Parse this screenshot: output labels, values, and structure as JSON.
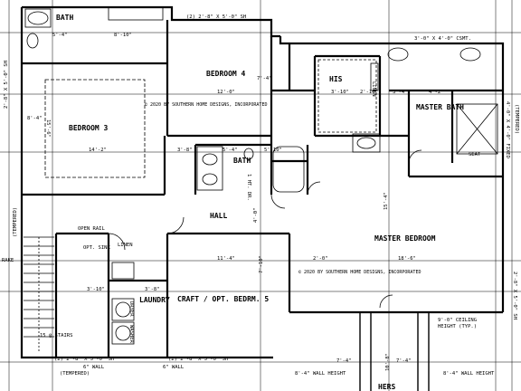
{
  "rooms": {
    "bath_top": "BATH",
    "bedroom4": "BEDROOM 4",
    "bedroom3": "BEDROOM 3",
    "his": "HIS",
    "linen_master": "LINEN",
    "master_bath": "MASTER BATH",
    "seat": "SEAT",
    "bath_hall": "BATH",
    "hall": "HALL",
    "master_bedroom": "MASTER BEDROOM",
    "craft": "CRAFT / OPT. BEDRM. 5",
    "laundry": "LAUNDRY",
    "dryer": "DRYER",
    "washer": "WASHER",
    "linen_hall": "LINEN",
    "hers": "HERS"
  },
  "notes": {
    "copyright": "© 2020 BY SOUTHERN HOME DESIGNS, INCORPORATED",
    "open_rail": "OPEN RAIL",
    "opt_sink": "OPT. SINK",
    "rake": "RAKE",
    "stairs": "15 @ STAIRS",
    "ceiling_height_1": "9'-0\" CEILING",
    "ceiling_height_2": "HEIGHT (TYP.)",
    "wall_height_left": "8'-4\" WALL HEIGHT",
    "wall_height_right": "8'-4\" WALL HEIGHT",
    "six_wall_1": "6\" WALL",
    "six_wall_2": "6\" WALL",
    "tempered_1": "(TEMPERED)",
    "tempered_2": "(TEMPERED)",
    "tempered_3": "(TEMPERED)",
    "window_top": "(2) 2'-8\" X 5'-0\" SH",
    "window_csmt": "3'-0\" X 4'-0\" CSMT.",
    "window_left": "2'-8\" X 5'-0\" SH",
    "window_right": "2'-8\" X 5'-0\" SH",
    "window_bottom_1": "(2) 2'-8\" X 5'-0\" SH",
    "window_bottom_2": "(2) 2'-8\" X 5'-0\" SH",
    "fixed_glass": "4'-0\" X 4'-0\" FIXED",
    "h1": "1 HT. DR."
  },
  "dims": {
    "d_8_10": "8'-10\"",
    "d_5_4": "5'-4\"",
    "d_12_0": "12'-0\"",
    "d_14_2": "14'-2\"",
    "d_15_6": "15'-6\"",
    "d_8_4": "8'-4\"",
    "d_3_10": "3'-10\"",
    "d_2_10": "2'-10\"",
    "d_3_4": "3'-4\"",
    "d_4_2": "4'-2\"",
    "d_5_4b": "5'-4\"",
    "d_3_8": "3'-8\"",
    "d_5_10": "5'-10\"",
    "d_7_4": "7'-4\"",
    "d_11_4": "11'-4\"",
    "d_18_6": "18'-6\"",
    "d_15_4": "15'-4\"",
    "d_7_10": "7'-10\"",
    "d_3_8b": "3'-8\"",
    "d_3_10b": "3'-10\"",
    "d_7_4b": "7'-4\"",
    "d_10_8": "10'-8\"",
    "d_7_4c": "7'-4\"",
    "d_2_0": "2'-0\"",
    "d_4_0": "4'-0\""
  }
}
